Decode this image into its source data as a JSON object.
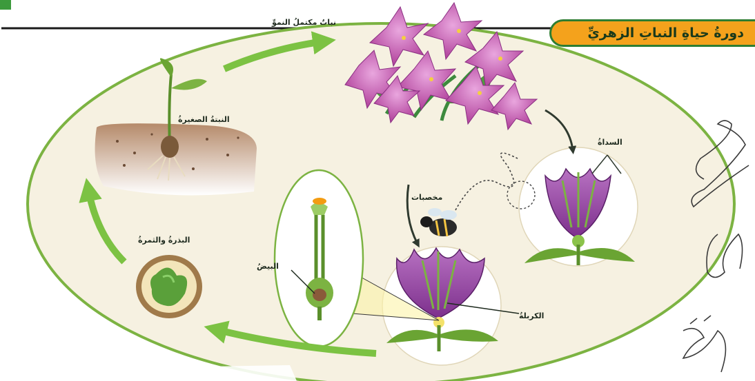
{
  "title": "دورةُ حياةِ النباتِ الزهريِّ",
  "stages": {
    "mature_plant": "نباتٌ مكتملُ النموِّ",
    "young_plant": "النبتةُ الصغيرةُ",
    "stamens": "السداةُ",
    "pollination": "مخصبات",
    "ovule": "البيضُ",
    "pistil": "الكربلةُ",
    "seed_and_fruit": "البذرةُ والثمرةُ"
  },
  "colors": {
    "arrow_green": "#7cc243",
    "ellipse_border": "#7cb342",
    "ellipse_fill": "#f6f1e1",
    "banner": "#f4a21c",
    "petal": "#9b4fa8"
  }
}
